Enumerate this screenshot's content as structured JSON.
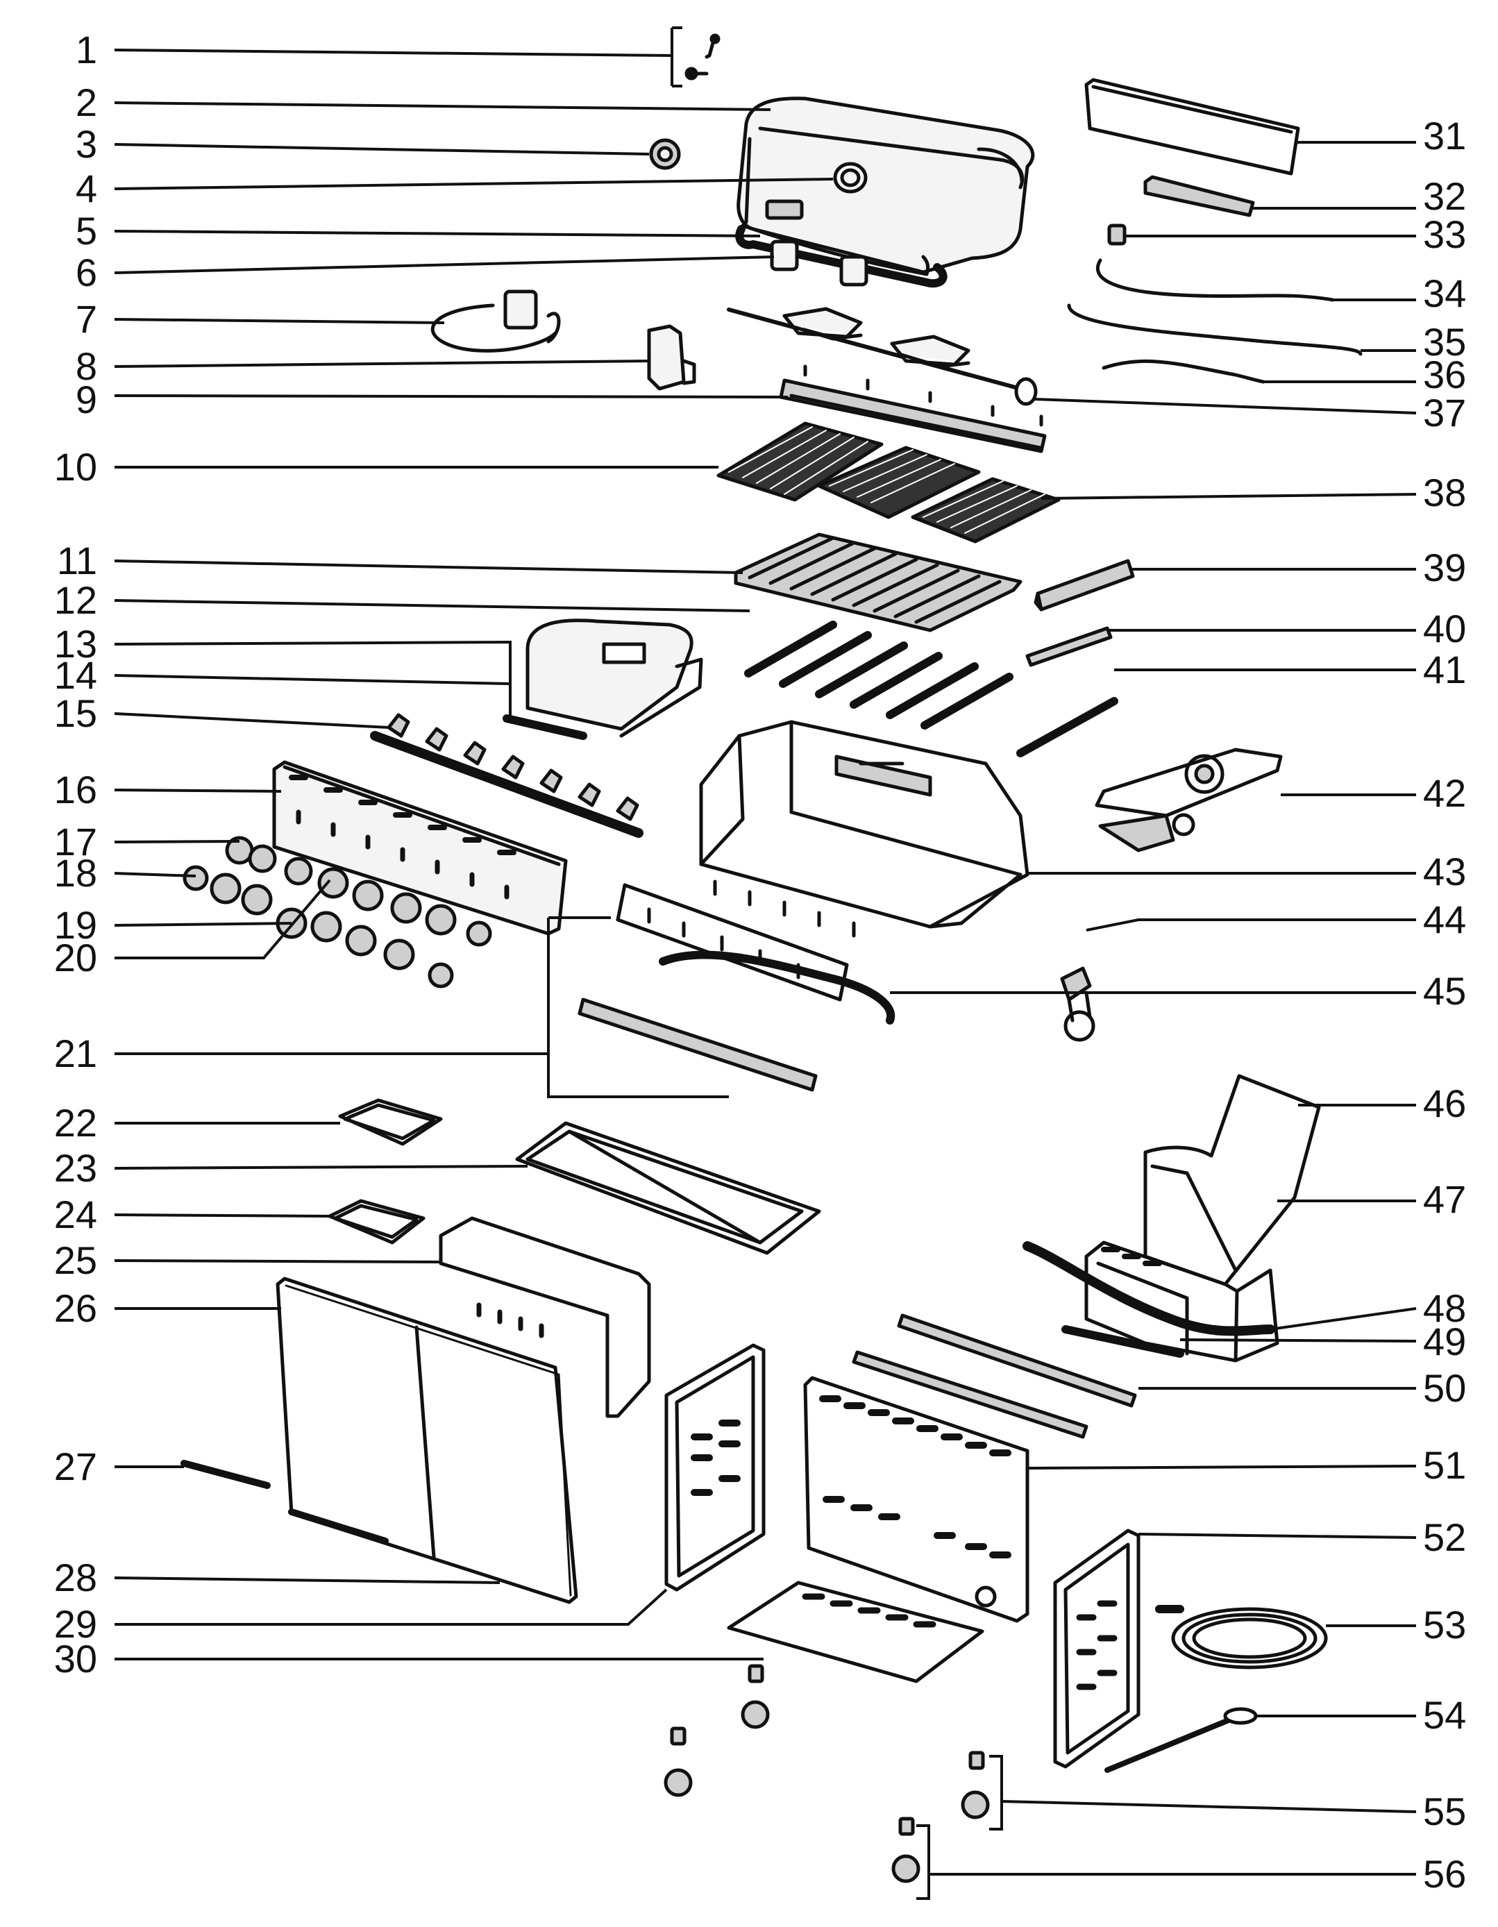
{
  "diagram": {
    "type": "exploded-parts-diagram",
    "colors": {
      "ink": "#111111",
      "part_fill": "#f4f4f4",
      "part_shade": "#cfcfcf",
      "background": "#ffffff"
    },
    "callouts_left": [
      {
        "id": "1",
        "label": "1"
      },
      {
        "id": "2",
        "label": "2"
      },
      {
        "id": "3",
        "label": "3"
      },
      {
        "id": "4",
        "label": "4"
      },
      {
        "id": "5",
        "label": "5"
      },
      {
        "id": "6",
        "label": "6"
      },
      {
        "id": "7",
        "label": "7"
      },
      {
        "id": "8",
        "label": "8"
      },
      {
        "id": "9",
        "label": "9"
      },
      {
        "id": "10",
        "label": "10"
      },
      {
        "id": "11",
        "label": "11"
      },
      {
        "id": "12",
        "label": "12"
      },
      {
        "id": "13",
        "label": "13"
      },
      {
        "id": "14",
        "label": "14"
      },
      {
        "id": "15",
        "label": "15"
      },
      {
        "id": "16",
        "label": "16"
      },
      {
        "id": "17",
        "label": "17"
      },
      {
        "id": "18",
        "label": "18"
      },
      {
        "id": "19",
        "label": "19"
      },
      {
        "id": "20",
        "label": "20"
      },
      {
        "id": "21",
        "label": "21"
      },
      {
        "id": "22",
        "label": "22"
      },
      {
        "id": "23",
        "label": "23"
      },
      {
        "id": "24",
        "label": "24"
      },
      {
        "id": "25",
        "label": "25"
      },
      {
        "id": "26",
        "label": "26"
      },
      {
        "id": "27",
        "label": "27"
      },
      {
        "id": "28",
        "label": "28"
      },
      {
        "id": "29",
        "label": "29"
      },
      {
        "id": "30",
        "label": "30"
      }
    ],
    "callouts_right": [
      {
        "id": "31",
        "label": "31"
      },
      {
        "id": "32",
        "label": "32"
      },
      {
        "id": "33",
        "label": "33"
      },
      {
        "id": "34",
        "label": "34"
      },
      {
        "id": "35",
        "label": "35"
      },
      {
        "id": "36",
        "label": "36"
      },
      {
        "id": "37",
        "label": "37"
      },
      {
        "id": "38",
        "label": "38"
      },
      {
        "id": "39",
        "label": "39"
      },
      {
        "id": "40",
        "label": "40"
      },
      {
        "id": "41",
        "label": "41"
      },
      {
        "id": "42",
        "label": "42"
      },
      {
        "id": "43",
        "label": "43"
      },
      {
        "id": "44",
        "label": "44"
      },
      {
        "id": "45",
        "label": "45"
      },
      {
        "id": "46",
        "label": "46"
      },
      {
        "id": "47",
        "label": "47"
      },
      {
        "id": "48",
        "label": "48"
      },
      {
        "id": "49",
        "label": "49"
      },
      {
        "id": "50",
        "label": "50"
      },
      {
        "id": "51",
        "label": "51"
      },
      {
        "id": "52",
        "label": "52"
      },
      {
        "id": "53",
        "label": "53"
      },
      {
        "id": "54",
        "label": "54"
      },
      {
        "id": "55",
        "label": "55"
      },
      {
        "id": "56",
        "label": "56"
      }
    ]
  }
}
